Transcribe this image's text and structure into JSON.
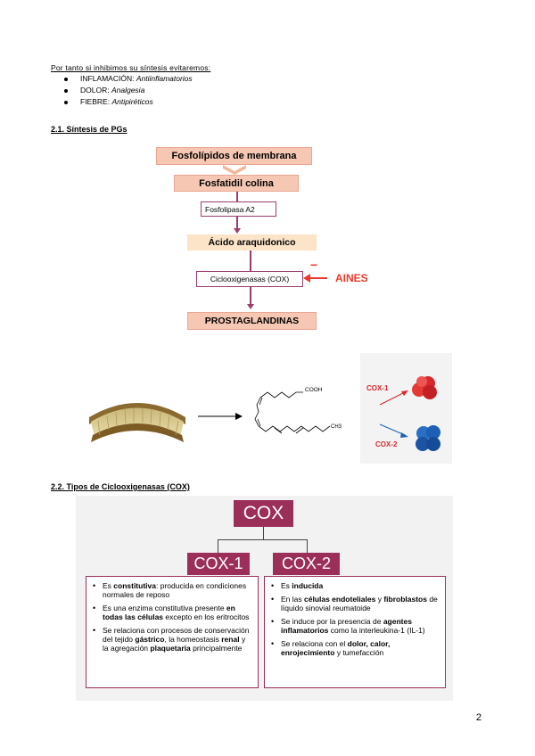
{
  "intro": {
    "heading": "Por tanto si inhibimos su síntesis evitaremos:",
    "bullets": [
      {
        "label": "INFLAMACIÓN:",
        "effect": "Antiinflamatorios"
      },
      {
        "label": "DOLOR:",
        "effect": "Analgesia"
      },
      {
        "label": "FIEBRE:",
        "effect": "Antipiréticos"
      }
    ]
  },
  "section1": {
    "title": "2.1. Síntesis de PGs",
    "flow": {
      "step1": "Fosfolípidos de membrana",
      "step2": "Fosfatidil colina",
      "enzyme1": "Fosfolipasa A2",
      "step3": "Ácido araquidonico",
      "enzyme2": "Ciclooxigenasas (COX)",
      "inhibitor": "AINES",
      "inhibitor_sign": "−",
      "product": "PROSTAGLANDINAS"
    },
    "figure": {
      "cooh_label": "COOH",
      "ch3_label": "CH3",
      "cox1_label": "COX-1",
      "cox2_label": "COX-2"
    }
  },
  "section2": {
    "title": "2.2. Tipos de Ciclooxigenasas (COX)",
    "root": "COX",
    "cox1": {
      "label": "COX-1",
      "items": [
        {
          "pre": "Es ",
          "b1": "constitutiva",
          "mid": ": producida en condiciones normales de reposo",
          "b2": "",
          "post": ""
        },
        {
          "pre": "Es una enzima constitutiva presente ",
          "b1": "en todas las células",
          "mid": " excepto en los eritrocitos",
          "b2": "",
          "post": ""
        },
        {
          "pre": "Se relaciona con procesos de conservación del tejido ",
          "b1": "gástrico",
          "mid": ", la homeostasis ",
          "b2": "renal",
          "post": " y la agregación ",
          "b3": "plaquetaria",
          "post2": " principalmente"
        }
      ]
    },
    "cox2": {
      "label": "COX-2",
      "items": [
        {
          "pre": "Es ",
          "b1": "inducida",
          "mid": "",
          "b2": "",
          "post": ""
        },
        {
          "pre": "En las ",
          "b1": "células endoteliales",
          "mid": " y ",
          "b2": "fibroblastos",
          "post": " de líquido sinovial reumatoide"
        },
        {
          "pre": "Se induce por la presencia de ",
          "b1": "agentes inflamatorios",
          "mid": " como la interleukina-1 (IL-1)",
          "b2": "",
          "post": ""
        },
        {
          "pre": "Se relaciona con el ",
          "b1": "dolor, calor, enrojecimiento",
          "mid": " y tumefacción",
          "b2": "",
          "post": ""
        }
      ]
    }
  },
  "page_number": "2",
  "colors": {
    "accent": "#9c2f5a",
    "flow_pink": "#f6c8b4",
    "aines_red": "#e8392b",
    "cox1_red": "#d7282b",
    "cox2_blue": "#1d5fb5"
  }
}
